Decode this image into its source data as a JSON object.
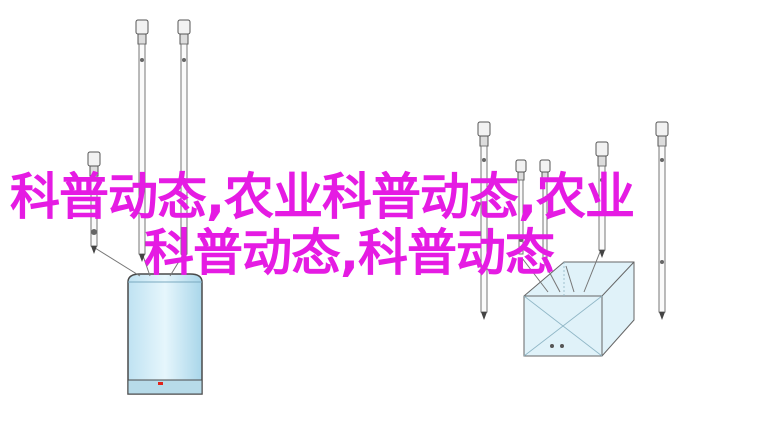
{
  "overlay": {
    "line1": "科普动态,农业科普动态,农业",
    "line2": "科普动态,科普动态",
    "color": "#e51be3"
  },
  "illustration": {
    "subject": "sensor-probes-and-tanks",
    "probe_color": "#f2f2f2",
    "outline_color": "#555555",
    "tank_fill": "#d4eef8",
    "tank_outline": "#4a4a4a",
    "indicator_color": "#e0241b"
  }
}
